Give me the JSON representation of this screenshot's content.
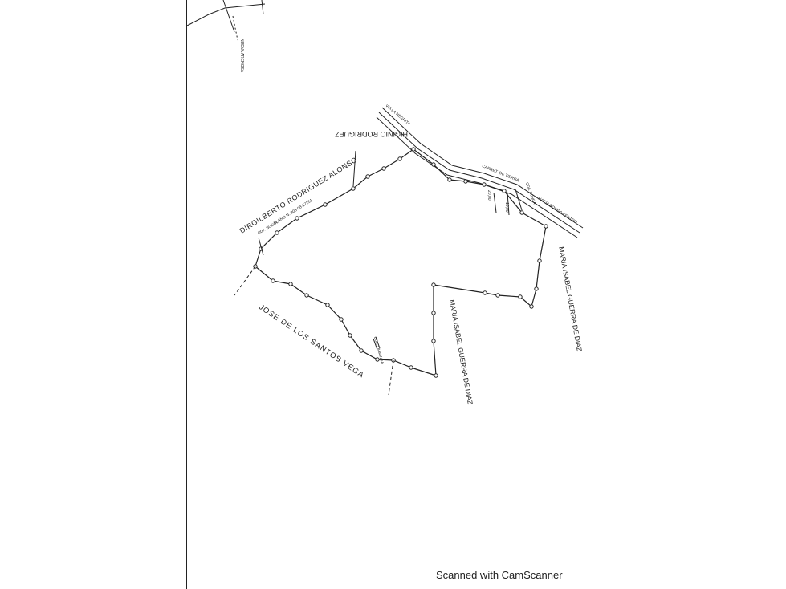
{
  "scan": {
    "watermark": "Scanned with CamScanner"
  },
  "map": {
    "corner_label": "NUEVA ARENOSA",
    "road_top": "VIA LA NEGRITA",
    "road_mid": "CARRET. DE TIERRA",
    "road_right": "HACIA BONGA CENTRO",
    "neighbors": {
      "north_west": "DIRGILBERTO RODRIGUEZ ALONSO",
      "north_west_plan": "PLANO N. 803-08-17251",
      "north": "HIGINIO RODRIGUEZ",
      "east": "MARIA ISABEL GUERRA DE DIAZ",
      "inner": "MARIA ISABEL GUERRA DE DIAZ",
      "south_west": "JOSE DE LOS SANTOS VEGA"
    },
    "dims": {
      "width_a": "20,00",
      "width_b": "10,00"
    },
    "streams": {
      "top": "QDA. BONGA",
      "bottom": "QDA. LA BONGA",
      "left": "QDA. NUEVA"
    },
    "colors": {
      "ink": "#222222",
      "paper": "#ffffff"
    }
  }
}
